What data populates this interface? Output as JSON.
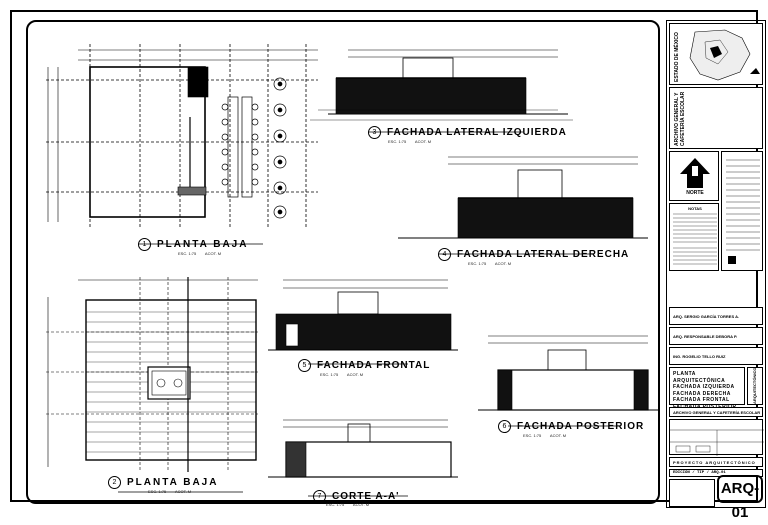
{
  "views": [
    {
      "num": "1",
      "title": "PLANTA BAJA",
      "scale": "ESC. 1:75",
      "units": "ACOT. M"
    },
    {
      "num": "2",
      "title": "PLANTA BAJA",
      "scale": "ESC. 1:75",
      "units": "ACOT. M"
    },
    {
      "num": "3",
      "title": "FACHADA LATERAL IZQUIERDA",
      "scale": "ESC. 1:75",
      "units": "ACOT. M"
    },
    {
      "num": "4",
      "title": "FACHADA LATERAL DERECHA",
      "scale": "ESC. 1:75",
      "units": "ACOT. M"
    },
    {
      "num": "5",
      "title": "FACHADA FRONTAL",
      "scale": "ESC. 1:75",
      "units": "ACOT. M"
    },
    {
      "num": "6",
      "title": "FACHADA POSTERIOR",
      "scale": "ESC. 1:75",
      "units": "ACOT. M"
    },
    {
      "num": "7",
      "title": "CORTE A-A'",
      "scale": "ESC. 1:75",
      "units": "ACOT. M"
    }
  ],
  "title_block": {
    "state": "ESTADO DE MÉXICO",
    "project_vertical": "ARCHIVO GENERAL Y CAFETERÍA ESCOLAR",
    "north_label": "NORTE",
    "notes_title": "NOTAS",
    "people": [
      {
        "role": "ARQ. SERGIO GARCÍA TORRES A."
      },
      {
        "role": "ARQ. RESPONSABLE DEBORA P."
      },
      {
        "role": "ING. ROGELIO TELLO RUIZ"
      }
    ],
    "plan_content": [
      "PLANTA ARQUITECTÓNICA",
      "FACHADA IZQUIERDA",
      "FACHADA DERECHA",
      "FACHADA FRONTAL",
      "FACHADA POSTERIOR"
    ],
    "side_tag": "ARQUITECTÓNICO",
    "building_name": "ARCHIVO GENERAL Y CAFETERÍA ESCOLAR",
    "discipline": "PROYECTO ARQUITECTÓNICO",
    "edition": "EDICIÓN / TIP / ARQ-01",
    "sheet_code": "ARQ-01"
  }
}
